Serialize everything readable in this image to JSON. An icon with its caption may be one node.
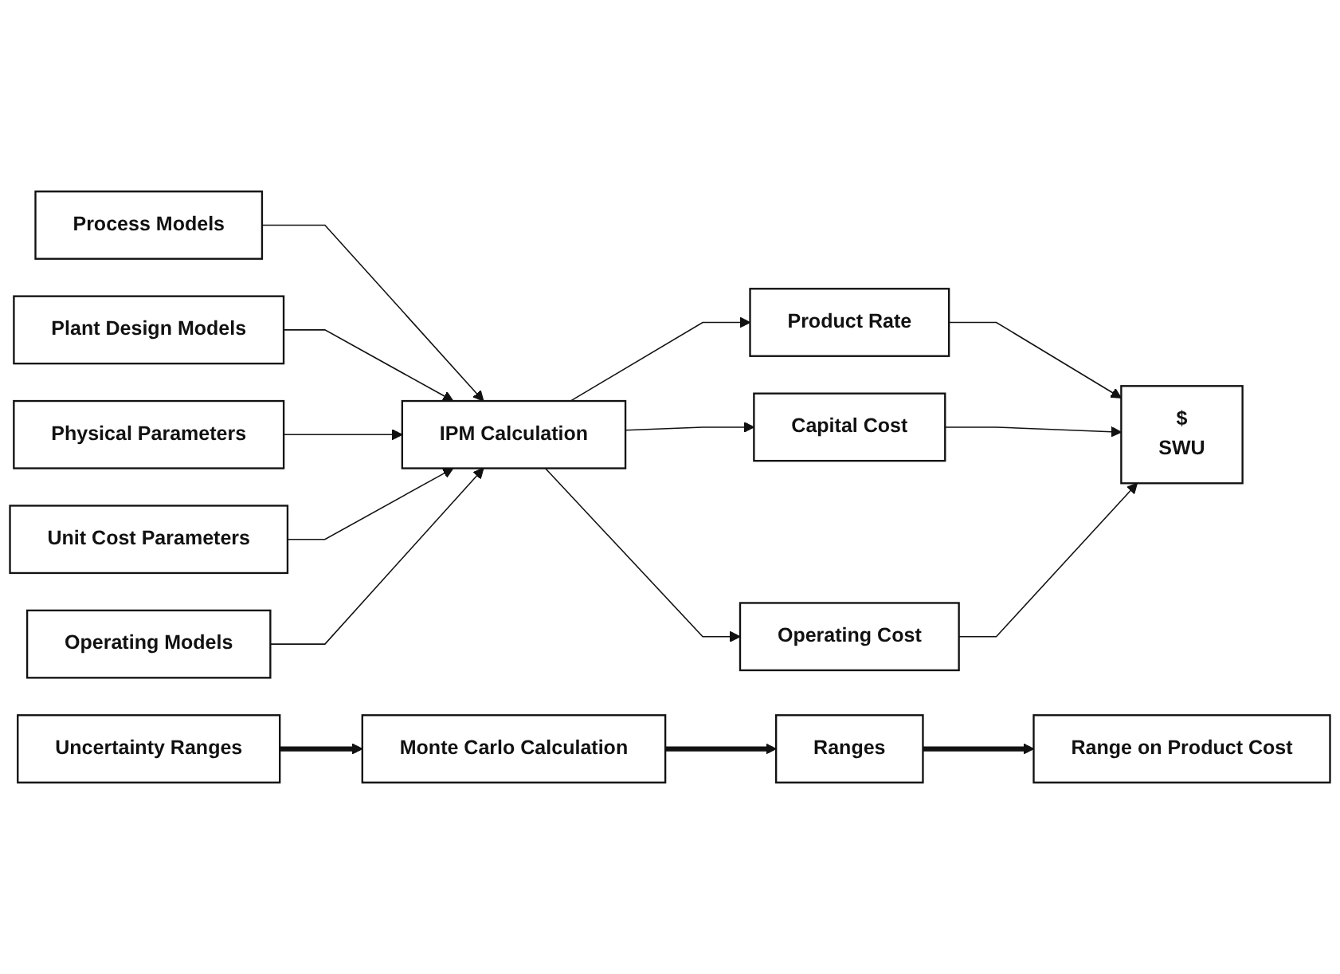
{
  "diagram": {
    "nodes": [
      {
        "text": [
          "Process Models"
        ]
      },
      {
        "text": [
          "Plant Design Models"
        ]
      },
      {
        "text": [
          "Physical Parameters"
        ]
      },
      {
        "text": [
          "Unit Cost Parameters"
        ]
      },
      {
        "text": [
          "Operating Models"
        ]
      },
      {
        "text": [
          "IPM Calculation"
        ]
      },
      {
        "text": [
          "Product Rate"
        ]
      },
      {
        "text": [
          "Capital Cost"
        ]
      },
      {
        "text": [
          "Operating Cost"
        ]
      },
      {
        "text": [
          "$",
          "SWU"
        ]
      },
      {
        "text": [
          "Uncertainty Ranges"
        ]
      },
      {
        "text": [
          "Monte Carlo Calculation"
        ]
      },
      {
        "text": [
          "Ranges"
        ]
      },
      {
        "text": [
          "Range on Product Cost"
        ]
      }
    ],
    "edges": [
      {
        "from": 0,
        "to": 5,
        "arrow": "to"
      },
      {
        "from": 1,
        "to": 5,
        "arrow": "to"
      },
      {
        "from": 2,
        "to": 5,
        "arrow": "to"
      },
      {
        "from": 3,
        "to": 5,
        "arrow": "to"
      },
      {
        "from": 4,
        "to": 5,
        "arrow": "to"
      },
      {
        "from": 5,
        "to": 6,
        "arrow": "to"
      },
      {
        "from": 5,
        "to": 7,
        "arrow": "to"
      },
      {
        "from": 5,
        "to": 8,
        "arrow": "to"
      },
      {
        "from": 6,
        "to": 9,
        "arrow": "to"
      },
      {
        "from": 7,
        "to": 9,
        "arrow": "to"
      },
      {
        "from": 8,
        "to": 9,
        "arrow": "to"
      },
      {
        "from": 10,
        "to": 11,
        "arrow": "to",
        "style": "thick"
      },
      {
        "from": 11,
        "to": 12,
        "arrow": "to",
        "style": "thick"
      },
      {
        "from": 12,
        "to": 13,
        "arrow": "to",
        "style": "thick"
      }
    ]
  }
}
